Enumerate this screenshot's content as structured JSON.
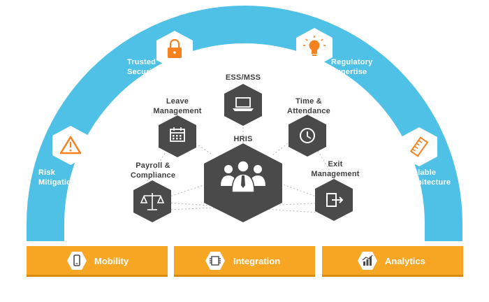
{
  "arc_items": [
    {
      "id": "risk",
      "label": "Risk\nMitigation",
      "icon": "warning-icon"
    },
    {
      "id": "security",
      "label": "Trusted\nSecurity",
      "icon": "lock-icon"
    },
    {
      "id": "regulatory",
      "label": "Regulatory\nExpertise",
      "icon": "lightbulb-icon"
    },
    {
      "id": "scalable",
      "label": "Scalable\nArchitecture",
      "icon": "ruler-icon"
    }
  ],
  "center": {
    "label": "HRIS",
    "icon": "people-group-icon"
  },
  "modules": [
    {
      "id": "ess",
      "label": "ESS/MSS",
      "icon": "laptop-icon"
    },
    {
      "id": "leave",
      "label": "Leave\nManagement",
      "icon": "calendar-icon"
    },
    {
      "id": "time",
      "label": "Time &\nAttendance",
      "icon": "clock-icon"
    },
    {
      "id": "payroll",
      "label": "Payroll &\nCompliance",
      "icon": "scales-icon"
    },
    {
      "id": "exit",
      "label": "Exit\nManagement",
      "icon": "exit-icon"
    }
  ],
  "bars": [
    {
      "id": "mobility",
      "label": "Mobility",
      "icon": "mobile-phone-icon"
    },
    {
      "id": "integration",
      "label": "Integration",
      "icon": "chip-icon"
    },
    {
      "id": "analytics",
      "label": "Analytics",
      "icon": "bar-chart-icon"
    }
  ],
  "colors": {
    "arc": "#4fc1e6",
    "hexagon_dark": "#4a4a4a",
    "bar": "#f6a623",
    "bar_shadow": "#d98a0f",
    "icon_orange": "#f5821f",
    "text_dark": "#404040"
  }
}
